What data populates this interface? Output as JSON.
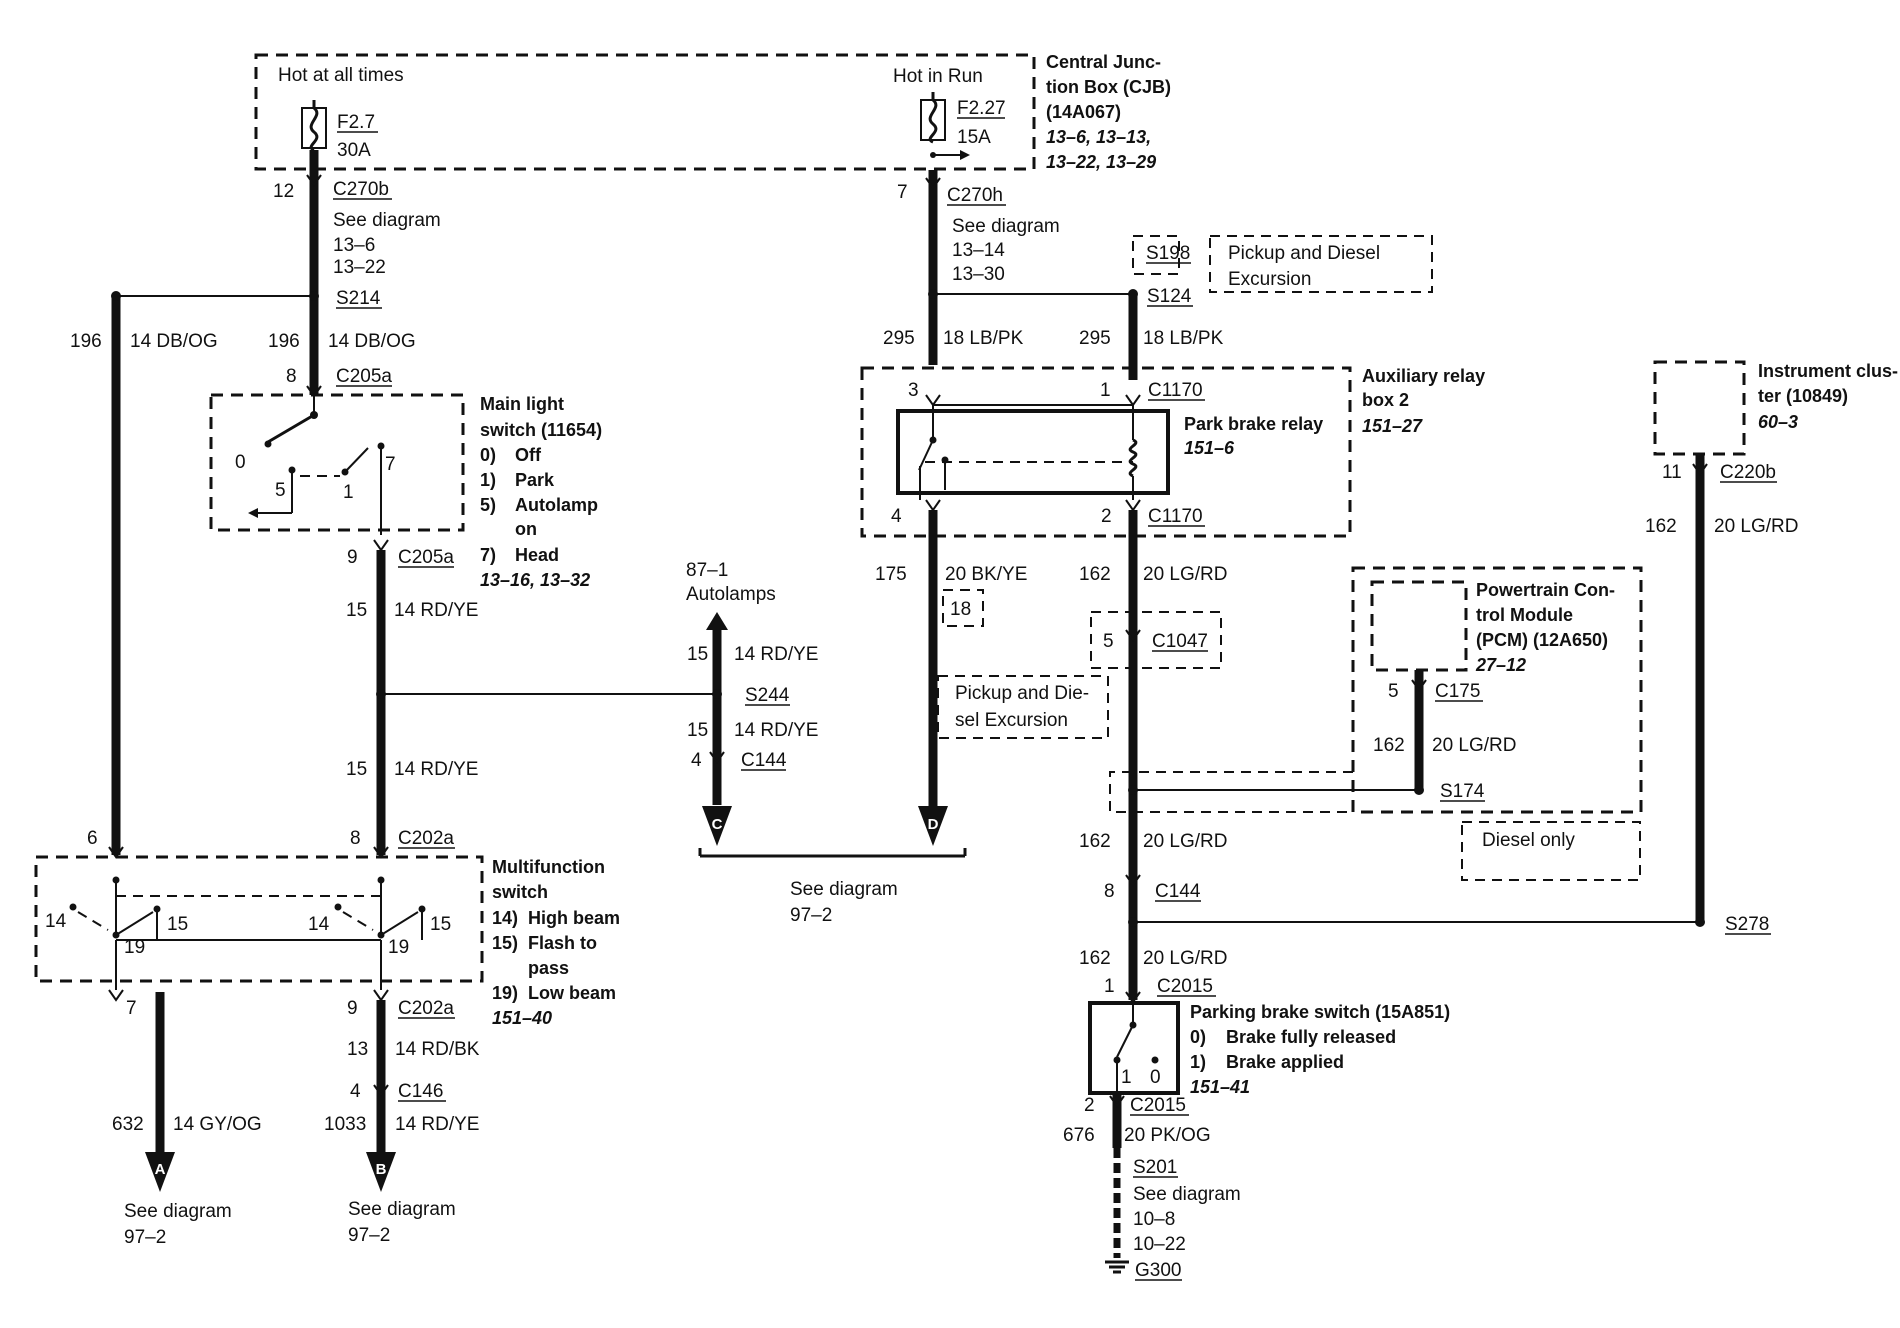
{
  "cjb": {
    "hot_all": "Hot at all times",
    "hot_run": "Hot in Run",
    "fuse1_id": "F2.7",
    "fuse1_amp": "30A",
    "fuse2_id": "F2.27",
    "fuse2_amp": "15A",
    "title_l1": "Central Junc-",
    "title_l2": "tion Box (CJB)",
    "title_l3": "(14A067)",
    "ref_l1": "13–6, 13–13,",
    "ref_l2": "13–22, 13–29"
  },
  "left_feed": {
    "pin": "12",
    "conn": "C270b",
    "see": "See diagram",
    "ref1": "13–6",
    "ref2": "13–22",
    "splice": "S214",
    "circ_left": "196",
    "wire_left": "14 DB/OG",
    "circ_mid": "196",
    "wire_mid": "14 DB/OG"
  },
  "main_light": {
    "pin_top": "8",
    "conn_top": "C205a",
    "pos0": "0",
    "pos5": "5",
    "pos1": "1",
    "pos7": "7",
    "title_l1": "Main light",
    "title_l2": "switch (11654)",
    "opt0_n": "0)",
    "opt0": "Off",
    "opt1_n": "1)",
    "opt1": "Park",
    "opt5_n": "5)",
    "opt5": "Autolamp",
    "opt5b": "on",
    "opt7_n": "7)",
    "opt7": "Head",
    "ref": "13–16, 13–32",
    "pin_bot": "9",
    "conn_bot": "C205a"
  },
  "rd_wire": {
    "circ1": "15",
    "wire1": "14 RD/YE",
    "circ2": "15",
    "wire2": "14 RD/YE"
  },
  "autolamp": {
    "ref": "87–1",
    "label": "Autolamps",
    "circ1": "15",
    "wire1": "14 RD/YE",
    "splice": "S244",
    "circ2": "15",
    "wire2": "14 RD/YE",
    "pin": "4",
    "conn": "C144",
    "letter": "C"
  },
  "multifunction": {
    "pin_l": "6",
    "pin_r": "8",
    "conn_top": "C202a",
    "p14a": "14",
    "p15a": "15",
    "p19a": "19",
    "p14b": "14",
    "p15b": "15",
    "p19b": "19",
    "title_l1": "Multifunction",
    "title_l2": "switch",
    "opt14_n": "14)",
    "opt14": "High beam",
    "opt15_n": "15)",
    "opt15": "Flash to",
    "opt15b": "pass",
    "opt19_n": "19)",
    "opt19": "Low beam",
    "ref": "151–40",
    "pin_bl": "7",
    "pin_br": "9",
    "conn_bot": "C202a"
  },
  "out_a": {
    "circ": "632",
    "wire": "14 GY/OG",
    "letter": "A",
    "see": "See diagram",
    "ref": "97–2"
  },
  "out_b": {
    "circ_top": "13",
    "wire_top": "14 RD/BK",
    "pin": "4",
    "conn": "C146",
    "circ": "1033",
    "wire": "14 RD/YE",
    "letter": "B",
    "see": "See diagram",
    "ref": "97–2"
  },
  "cd_see": {
    "see": "See diagram",
    "ref": "97–2"
  },
  "run_feed": {
    "pin": "7",
    "conn": "C270h",
    "see": "See diagram",
    "ref1": "13–14",
    "ref2": "13–30",
    "splice_box": "S198",
    "pickup_l1": "Pickup and Diesel",
    "pickup_l2": "Excursion",
    "splice": "S124",
    "circ_l": "295",
    "wire_l": "18 LB/PK",
    "circ_r": "295",
    "wire_r": "18 LB/PK"
  },
  "relay": {
    "pin3": "3",
    "pin1": "1",
    "conn_top": "C1170",
    "pin4": "4",
    "pin2": "2",
    "conn_bot": "C1170",
    "box_l1": "Auxiliary relay",
    "box_l2": "box 2",
    "box_ref": "151–27",
    "relay_name": "Park brake relay",
    "relay_ref": "151–6"
  },
  "d_wire": {
    "circ": "175",
    "wire": "20 BK/YE",
    "pin_box": "18",
    "pickup_l1": "Pickup and Die-",
    "pickup_l2": "sel Excursion",
    "letter": "D"
  },
  "lgrd": {
    "circ1": "162",
    "wire1": "20 LG/RD",
    "pin_c1047": "5",
    "conn_c1047": "C1047",
    "circ2": "162",
    "wire2": "20 LG/RD",
    "pin_c144": "8",
    "conn_c144": "C144",
    "circ3": "162",
    "wire3": "20 LG/RD",
    "pin_c2015": "1",
    "conn_c2015": "C2015"
  },
  "pcm": {
    "title_l1": "Powertrain Con-",
    "title_l2": "trol Module",
    "title_l3": "(PCM) (12A650)",
    "ref": "27–12",
    "pin": "5",
    "conn": "C175",
    "circ": "162",
    "wire": "20 LG/RD",
    "splice": "S174",
    "diesel": "Diesel only"
  },
  "cluster": {
    "title_l1": "Instrument clus-",
    "title_l2": "ter (10849)",
    "ref": "60–3",
    "pin": "11",
    "conn": "C220b",
    "circ": "162",
    "wire": "20 LG/RD",
    "splice": "S278"
  },
  "pbswitch": {
    "title": "Parking brake switch (15A851)",
    "opt0_n": "0)",
    "opt0": "Brake fully released",
    "opt1_n": "1)",
    "opt1": "Brake applied",
    "ref": "151–41",
    "p1": "1",
    "p0": "0",
    "pin_bot": "2",
    "conn_bot": "C2015",
    "circ": "676",
    "wire": "20 PK/OG",
    "splice": "S201",
    "see": "See diagram",
    "ref1": "10–8",
    "ref2": "10–22",
    "ground": "G300"
  }
}
